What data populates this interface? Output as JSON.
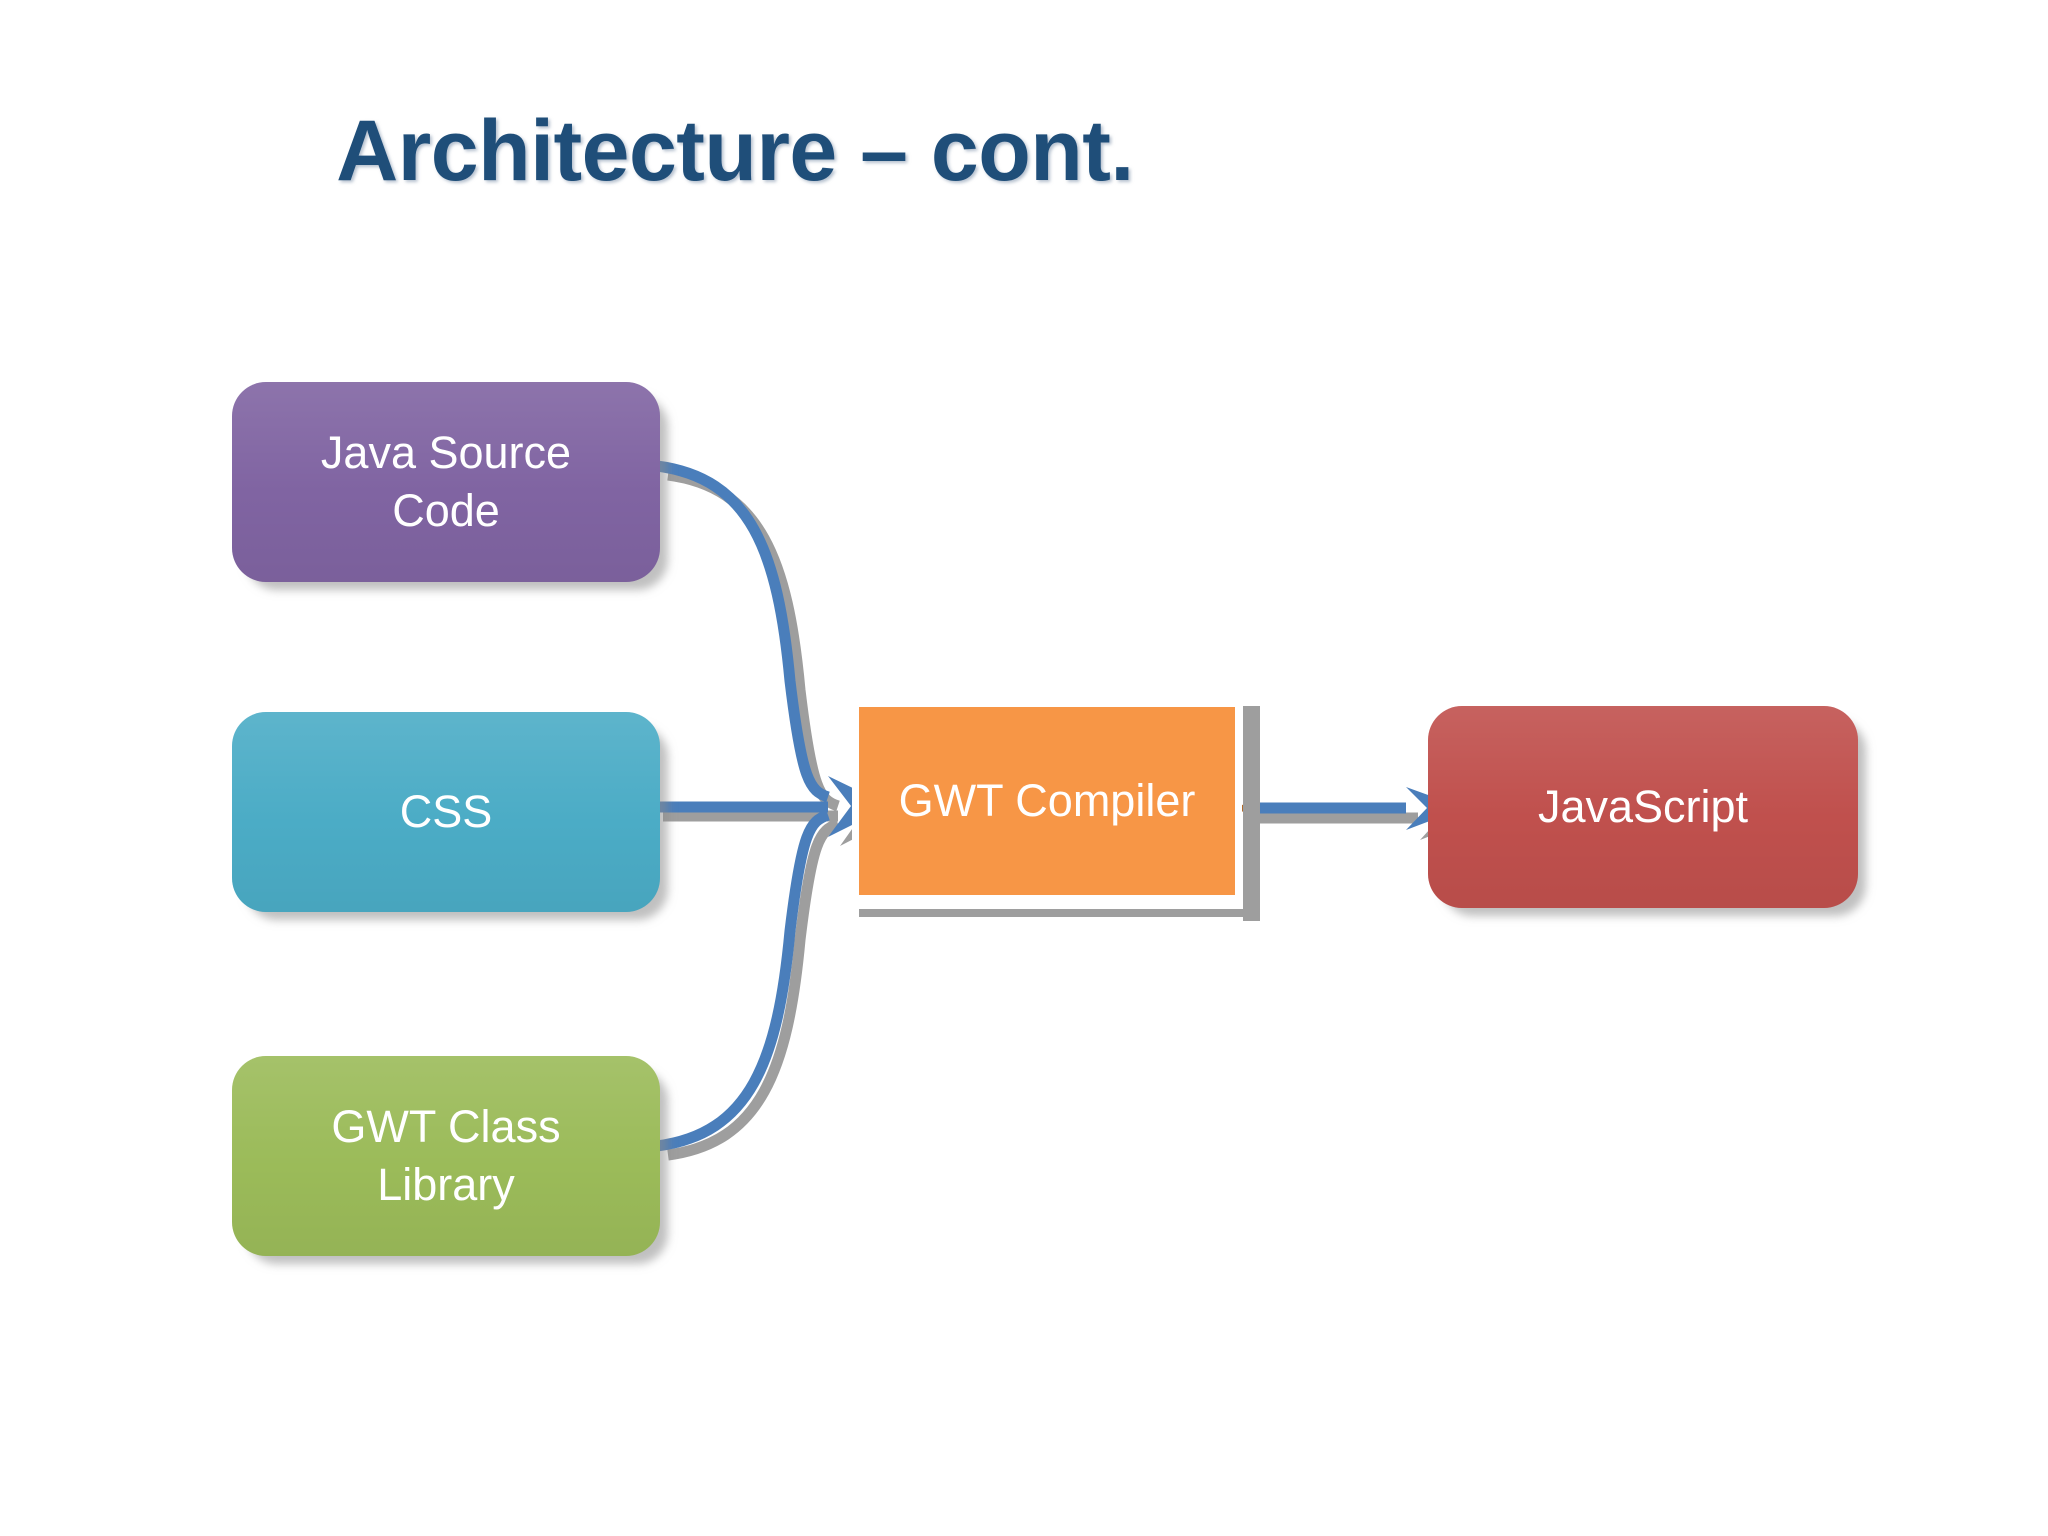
{
  "slide": {
    "title": "Architecture – cont.",
    "background_color": "#FFFFFF",
    "title_color": "#1F4E79"
  },
  "diagram": {
    "type": "flow",
    "inputs": [
      {
        "id": "java-source",
        "label": "Java Source\nCode",
        "label_line1": "Java Source",
        "label_line2": "Code",
        "color": "#8064A2",
        "shape": "rounded-rectangle"
      },
      {
        "id": "css",
        "label": "CSS",
        "label_line1": "CSS",
        "label_line2": "",
        "color": "#4BACC6",
        "shape": "rounded-rectangle"
      },
      {
        "id": "gwt-library",
        "label": "GWT Class\nLibrary",
        "label_line1": "GWT Class",
        "label_line2": "Library",
        "color": "#9BBB59",
        "shape": "rounded-rectangle"
      }
    ],
    "processor": {
      "id": "gwt-compiler",
      "label": "GWT Compiler",
      "color": "#F79646",
      "shape": "rectangle"
    },
    "output": {
      "id": "javascript",
      "label": "JavaScript",
      "color": "#C0504D",
      "shape": "rounded-rectangle"
    },
    "connector_color": "#4A7EBB",
    "connector_shadow_color": "#9E9E9E",
    "connections": [
      {
        "from": "java-source",
        "to": "gwt-compiler",
        "style": "curved",
        "arrowhead": "stealth"
      },
      {
        "from": "css",
        "to": "gwt-compiler",
        "style": "straight",
        "arrowhead": "stealth"
      },
      {
        "from": "gwt-library",
        "to": "gwt-compiler",
        "style": "curved",
        "arrowhead": "stealth"
      },
      {
        "from": "gwt-compiler",
        "to": "javascript",
        "style": "straight",
        "arrowhead": "stealth"
      }
    ]
  }
}
